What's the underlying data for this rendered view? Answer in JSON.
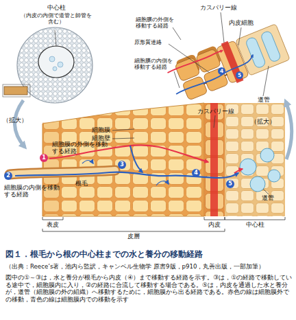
{
  "diagram": {
    "caption": "図１．根毛から根の中心柱までの水と養分の移動経路",
    "labels": [
      "中心柱",
      "（内皮の内側で道管と師管を含む）",
      "（拡大）",
      "（拡大）",
      "カスパリー線",
      "細胞膜の外側を移動する経路",
      "内皮細胞",
      "原形質連絡",
      "細胞膜の内側を移動する経路",
      "道管",
      "4",
      "5",
      "カスパリー線",
      "細胞膜",
      "細胞壁",
      "細胞膜の外側を移動する経路",
      "1",
      "2",
      "3",
      "4",
      "5",
      "細胞膜の内側を移動する経路",
      "根毛",
      "道管",
      "表皮",
      "内皮",
      "中心柱",
      "皮層",
      "（出典：Reece’s著，池内ら監訳，キャンベル生物学 原書9版，p910，丸善出版，一部加筆）",
      "図中の①～③は，水と養分が根毛から内皮（④）まで移動する経路を示す。③は，①の経路で移動している途中で，細胞膜内に入り，②の経路に合流して移動する場合である。⑤は，内皮を通過した水と養分が，道管（細胞膜の外の組織）へ移動するために，細胞膜から出る経路である。赤色の線は細胞膜外での移動，青色の線は細胞膜内での移動を示す"
    ]
  }
}
